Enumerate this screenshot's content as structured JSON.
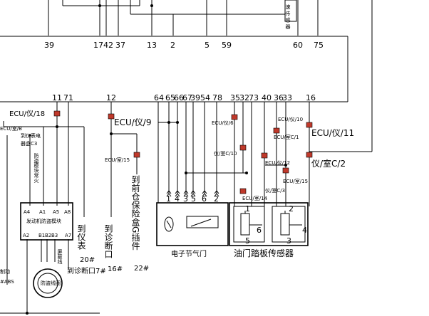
{
  "top_pins": [
    "39",
    "1742",
    "37",
    "13",
    "2",
    "5",
    "59",
    "60",
    "75"
  ],
  "ecu_pins": [
    "11",
    "71",
    "12",
    "64",
    "65",
    "66",
    "67",
    "39",
    "54",
    "78",
    "35",
    "32",
    "73",
    "40",
    "36",
    "33",
    "16"
  ],
  "labels": {
    "ecu_yi_18": "ECU/仪/18",
    "ecu_shi_b": "ECU/室/B",
    "to_inst_box": "到仪表电",
    "inst_box_c3": "器盒C3",
    "immobilizer_side": "防盗模块常火",
    "ecu_yi_9": "ECU/仪/9",
    "ecu_shi_15": "ECU/室/15",
    "to_front_fuse": "到前仓保险盒G插件",
    "front_fuse_num": "22#",
    "ecu_yi_6": "ECU/仪/6",
    "yi_shi_c10": "仪/室C/10",
    "ecu_yi_10": "ECU/仪/10",
    "ecu_shi_c1": "ECU/室C/1",
    "ecu_yi_11": "ECU/仪/11",
    "ecu_yi_12": "ECU/仪/12",
    "yi_shi_c2": "仪/室C/2",
    "ecu_shi_15b": "ECU/室/15",
    "yi_shi_c3": "仪/室C/3",
    "ecu_shi_14": "ECU/室/14",
    "module_title": "发动机防盗模块",
    "module_pins_top": [
      "A4",
      "A1",
      "A5",
      "A8"
    ],
    "module_pins_bottom": [
      "A2",
      "B1",
      "B2",
      "B3",
      "A7"
    ],
    "shield_wire": "屏蔽线",
    "antenna_coil": "防盗线圈",
    "to_diag_7": "到诊断口7#",
    "to_instrument": "到仪表",
    "instrument_num": "20#",
    "to_diag_16": "到诊断口",
    "diag_16_num": "16#",
    "throttle_pins": [
      "1",
      "4",
      "3",
      "5",
      "6",
      "2"
    ],
    "throttle_label": "电子节气门",
    "pedal_pins_top": [
      "1",
      "2"
    ],
    "pedal_pins_mid": [
      "6",
      "4"
    ],
    "pedal_pins_bottom": [
      "5",
      "3"
    ],
    "pedal_label": "油门踏板传感器",
    "left_brake": "制动",
    "left_abs": "#ABS",
    "top_right_text": "速 传 感 器"
  }
}
